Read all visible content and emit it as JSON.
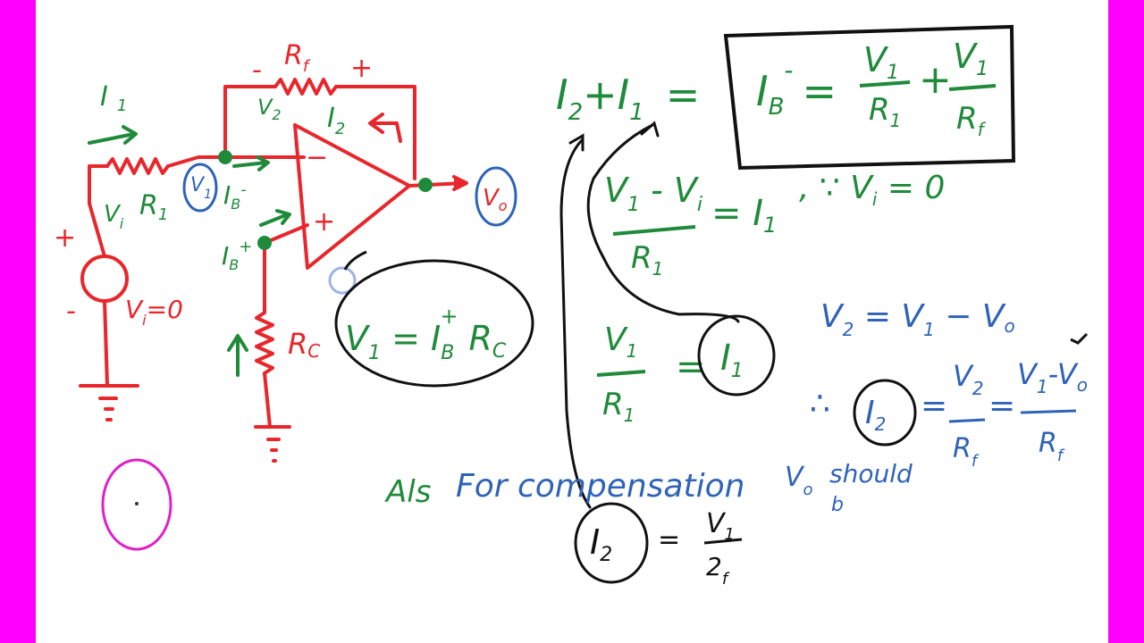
{
  "colors": {
    "frame": "#ff00ff",
    "board": "#ffffff",
    "circuit": "#e8262b",
    "green": "#1f8a3a",
    "blue": "#2e63b8",
    "black": "#111111",
    "magenta": "#e020c8"
  },
  "circuit": {
    "i1": "I",
    "i1_sub": "1",
    "rf": "R",
    "rf_sub": "f",
    "minus_top": "-",
    "plus_top": "+",
    "v2": "V",
    "v2_sub": "2",
    "i2": "I",
    "i2_sub": "2",
    "vi_node": "V",
    "vi_node_sub": "i",
    "r1": "R",
    "r1_sub": "1",
    "v1_node": "V",
    "v1_node_sub": "1",
    "ib_minus": "I",
    "ib_minus_sub": "B",
    "ib_minus_sup": "-",
    "opamp_minus": "−",
    "opamp_plus": "+",
    "vo": "V",
    "vo_sub": "o",
    "ib_plus": "I",
    "ib_plus_sub": "B",
    "ib_plus_sup": "+",
    "src_plus": "+",
    "src_minus": "-",
    "vi_zero": "V",
    "vi_zero_sub": "i",
    "vi_zero_rest": "=0",
    "rc": "R",
    "rc_sub": "C"
  },
  "equations": {
    "kcl_lhs": "I",
    "kcl_lhs_sub1": "2",
    "kcl_plus": "+I",
    "kcl_sub2": "1",
    "kcl_eq": "=",
    "boxed_ib": "I",
    "boxed_ib_sub": "B",
    "boxed_ib_sup": "-",
    "boxed_eq": "=",
    "boxed_num1": "V",
    "boxed_num1_sub": "1",
    "boxed_den1": "R",
    "boxed_den1_sub": "1",
    "boxed_plus": "+",
    "boxed_num2": "V",
    "boxed_num2_sub": "1",
    "boxed_den2": "R",
    "boxed_den2_sub": "f",
    "frac_num": "V",
    "frac_num_sub1": "1",
    "frac_num_mid": " - V",
    "frac_num_sub2": "i",
    "frac_den": "R",
    "frac_den_sub": "1",
    "frac_eq": "= I",
    "frac_eq_sub": "1",
    "since": ", ∵ V",
    "since_sub": "i",
    "since_rest": " = 0",
    "v1_eq": "V",
    "v1_eq_sub": "1",
    "v1_eq_mid": " = I",
    "v1_eq_sub2": "B",
    "v1_eq_sup": "+",
    "v1_eq_rc": " R",
    "v1_eq_rc_sub": "C",
    "v1r1_num": "V",
    "v1r1_num_sub": "1",
    "v1r1_den": "R",
    "v1r1_den_sub": "1",
    "v1r1_eq": "=",
    "i1_circ": "I",
    "i1_circ_sub": "1",
    "v2_eq": "V",
    "v2_eq_sub": "2",
    "v2_eq_mid": " = V",
    "v2_eq_sub2": "1",
    "v2_eq_end": " − V",
    "v2_eq_sub3": "o",
    "therefore": "∴",
    "i2_circ": "I",
    "i2_circ_sub": "2",
    "i2_eq": "=",
    "i2_num": "V",
    "i2_num_sub": "2",
    "i2_den": "R",
    "i2_den_sub": "f",
    "i2_eq2": "=",
    "i2_num2": "V",
    "i2_num2_sub": "1",
    "i2_num2_mid": "-V",
    "i2_num2_sub2": "o",
    "i2_den2": "R",
    "i2_den2_sub": "f",
    "also": "Als",
    "compensation": "For compensation",
    "vo_should": "V",
    "vo_should_sub": "o",
    "should": "should",
    "should_b": "b",
    "i2_bottom": "I",
    "i2_bottom_sub": "2",
    "i2_bottom_eq": "=",
    "i2_bottom_num": "V",
    "i2_bottom_num_sub": "1",
    "i2_bottom_den": "2",
    "i2_bottom_den_sub": "f"
  }
}
